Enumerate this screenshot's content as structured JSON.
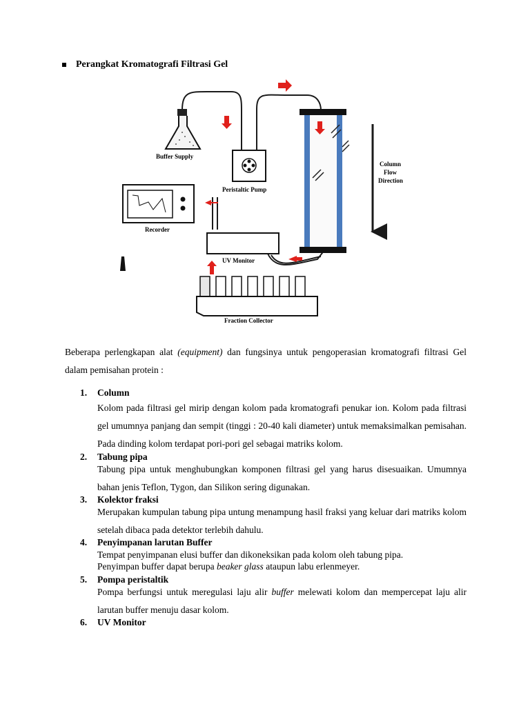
{
  "heading": "Perangkat Kromatografi Filtrasi Gel",
  "diagram": {
    "labels": {
      "buffer_supply": "Buffer Supply",
      "peristaltic_pump": "Peristaltic Pump",
      "recorder": "Recorder",
      "uv_monitor": "UV Monitor",
      "fraction_collector": "Fraction Collector",
      "column_flow_1": "Column",
      "column_flow_2": "Flow",
      "column_flow_3": "Direction"
    },
    "colors": {
      "arrow": "#e0201b",
      "column": "#4a7bbd",
      "line": "#1a1a1a"
    }
  },
  "intro": {
    "before": "Beberapa perlengkapan alat ",
    "em": "(equipment)",
    "after": " dan fungsinya untuk pengoperasian kromatografi filtrasi Gel dalam pemisahan protein :"
  },
  "items": [
    {
      "num": "1.",
      "title": "Column",
      "desc": "Kolom pada filtrasi gel mirip dengan kolom pada kromatografi penukar ion. Kolom pada filtrasi gel umumnya panjang dan sempit (tinggi : 20-40 kali diameter) untuk memaksimalkan pemisahan. Pada dinding kolom terdapat pori-pori gel sebagai matriks kolom."
    },
    {
      "num": "2.",
      "title": "Tabung pipa",
      "desc": "Tabung pipa untuk menghubungkan komponen filtrasi gel yang harus disesuaikan. Umumnya bahan jenis Teflon, Tygon, dan Silikon sering digunakan."
    },
    {
      "num": "3.",
      "title": "Kolektor fraksi",
      "desc": "Merupakan kumpulan tabung pipa untung menampung hasil fraksi yang keluar dari matriks kolom setelah dibaca pada detektor terlebih dahulu."
    },
    {
      "num": "4.",
      "title": "Penyimpanan larutan Buffer",
      "line1": "Tempat penyimpanan elusi buffer dan dikoneksikan pada kolom oleh tabung pipa.",
      "line2_before": "Penyimpan buffer dapat berupa ",
      "line2_em": "beaker glass",
      "line2_after": " ataupun labu erlenmeyer."
    },
    {
      "num": "5.",
      "title": "Pompa peristaltik",
      "desc_before": "Pompa berfungsi untuk meregulasi laju alir ",
      "desc_em": "buffer",
      "desc_after": " melewati kolom dan mempercepat laju alir larutan buffer menuju dasar kolom."
    },
    {
      "num": "6.",
      "title": "UV Monitor"
    }
  ]
}
